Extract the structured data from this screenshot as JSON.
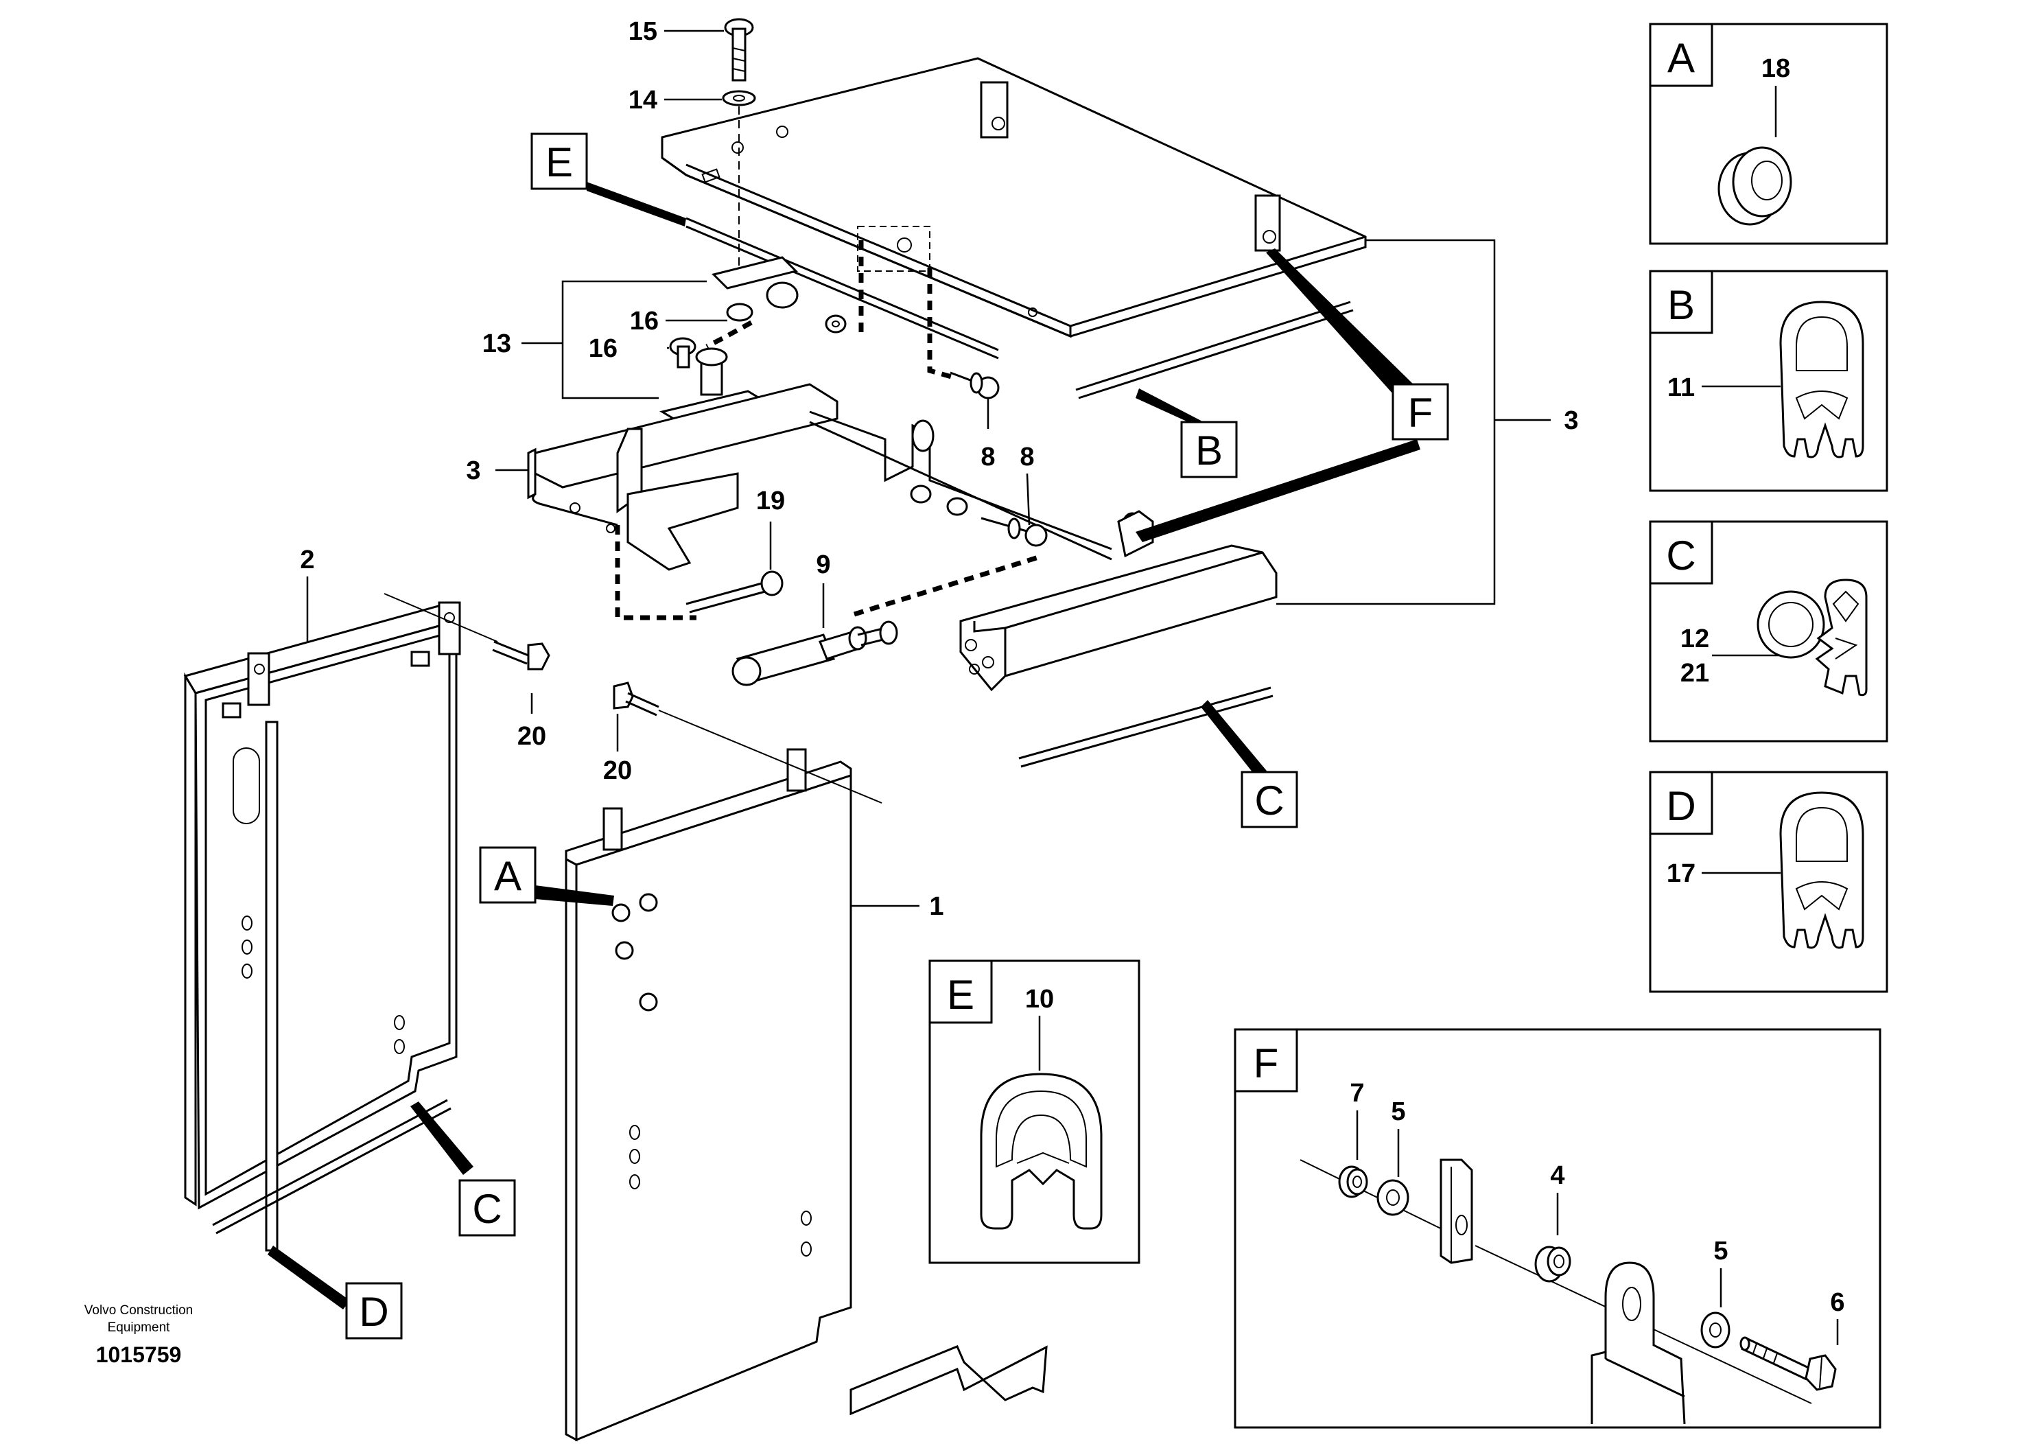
{
  "diagram": {
    "brand_line1": "Volvo Construction",
    "brand_line2": "Equipment",
    "figure_number": "1015759",
    "callouts": {
      "c15": "15",
      "c14": "14",
      "c16a": "16",
      "c16b": "16",
      "c13": "13",
      "c3a": "3",
      "c3b": "3",
      "c8a": "8",
      "c8b": "8",
      "c19": "19",
      "c9": "9",
      "c2": "2",
      "c20a": "20",
      "c20b": "20",
      "c1": "1"
    },
    "section_refs": {
      "e_main": "E",
      "b_main": "B",
      "f_main": "F",
      "c_main": "C",
      "a_main": "A",
      "c_left": "C",
      "d_left": "D"
    },
    "detail_panels": {
      "A": {
        "label": "A",
        "parts": [
          "18"
        ]
      },
      "B": {
        "label": "B",
        "parts": [
          "11"
        ]
      },
      "C": {
        "label": "C",
        "parts": [
          "12",
          "21"
        ]
      },
      "D": {
        "label": "D",
        "parts": [
          "17"
        ]
      },
      "E": {
        "label": "E",
        "parts": [
          "10"
        ]
      },
      "F": {
        "label": "F",
        "parts": [
          "7",
          "5",
          "4",
          "5",
          "6"
        ]
      }
    }
  }
}
